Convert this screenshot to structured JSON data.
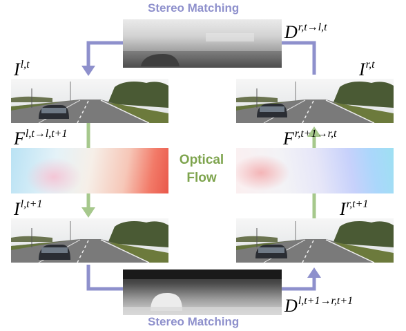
{
  "titles": {
    "stereo_top": "Stereo Matching",
    "stereo_bottom": "Stereo Matching",
    "flow_line1": "Optical",
    "flow_line2": "Flow"
  },
  "labels": {
    "D_top": {
      "base": "D",
      "sup": "r,t→l,t"
    },
    "I_lt": {
      "base": "I",
      "sup": "l,t"
    },
    "I_rt": {
      "base": "I",
      "sup": "r,t"
    },
    "F_left": {
      "base": "F",
      "sup": "l,t→l,t+1"
    },
    "F_right": {
      "base": "F",
      "sup": "r,t+1→r,t"
    },
    "I_lt1": {
      "base": "I",
      "sup": "l,t+1"
    },
    "I_rt1": {
      "base": "I",
      "sup": "r,t+1"
    },
    "D_bottom": {
      "base": "D",
      "sup": "l,t+1→r,t+1"
    }
  },
  "colors": {
    "stereo": "#8e90cc",
    "flow": "#a6c88c",
    "flow_text": "#7ea44e"
  }
}
